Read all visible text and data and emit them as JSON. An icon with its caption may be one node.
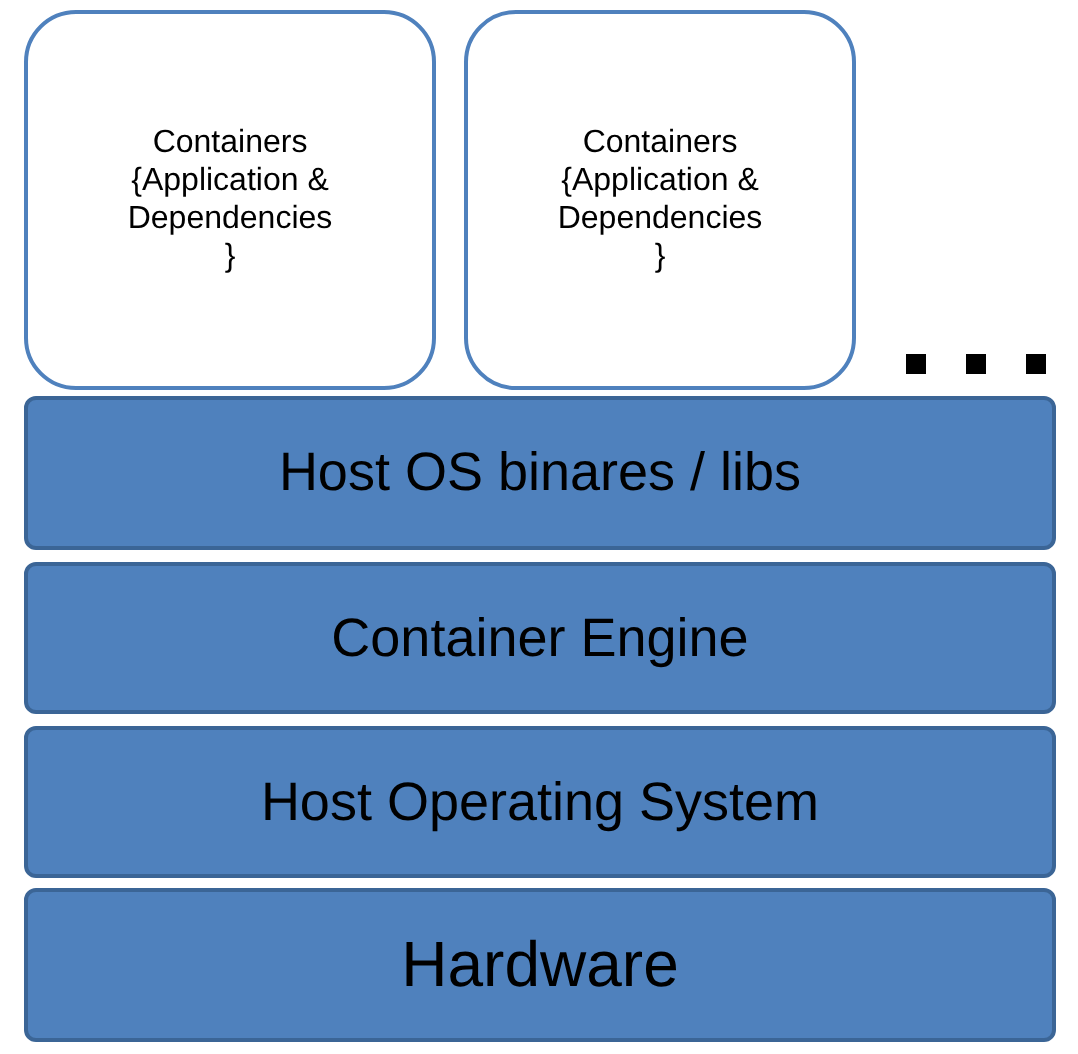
{
  "diagram": {
    "nodes": [
      {
        "text": [
          "Containers {Application & Dependencies }"
        ]
      },
      {
        "text": [
          "Containers {Application & Dependencies }"
        ]
      },
      {
        "text": [
          "Host OS binares / libs"
        ]
      },
      {
        "text": [
          "Container Engine"
        ]
      },
      {
        "text": [
          "Host Operating System"
        ]
      },
      {
        "text": [
          "Hardware"
        ]
      }
    ]
  }
}
